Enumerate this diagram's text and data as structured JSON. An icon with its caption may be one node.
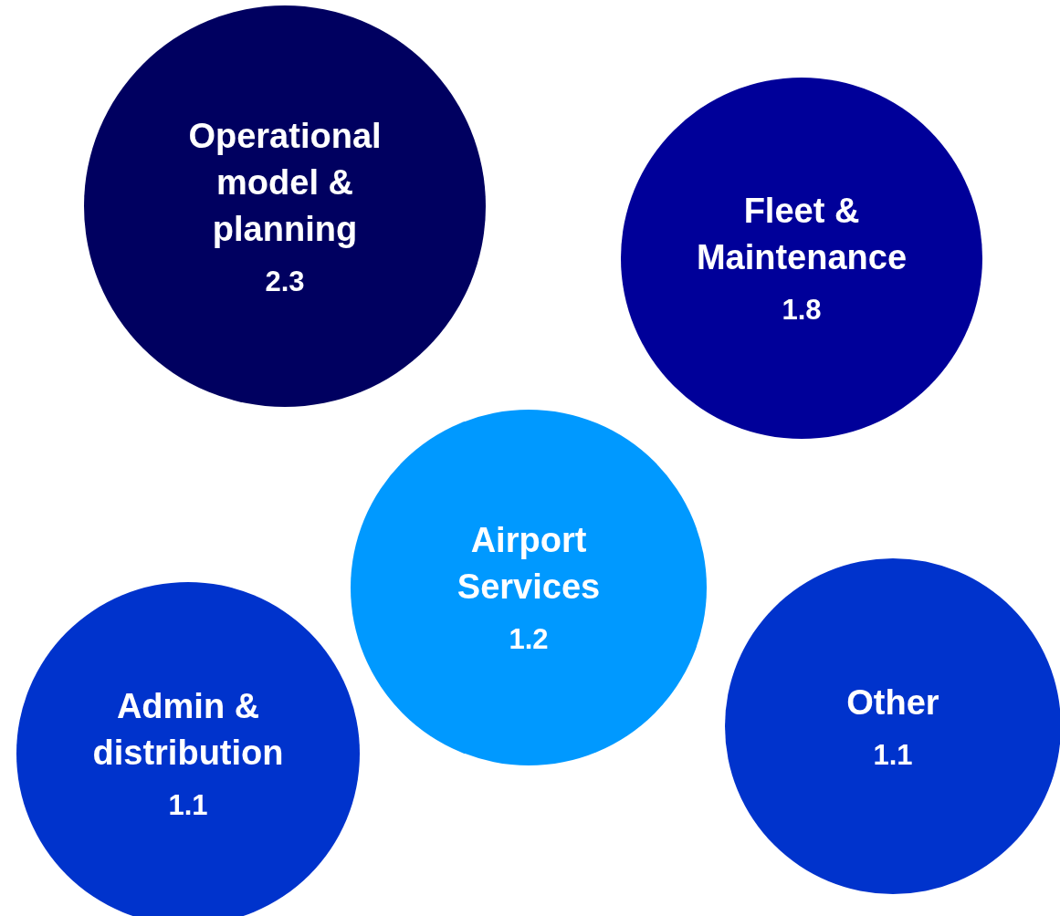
{
  "diagram": {
    "nodes": [
      {
        "text": [
          "Operational model & planning",
          "2.3"
        ]
      },
      {
        "text": [
          "Fleet & Maintenance",
          "1.8"
        ]
      },
      {
        "text": [
          "Airport Services",
          "1.2"
        ]
      },
      {
        "text": [
          "Admin & distribution",
          "1.1"
        ]
      },
      {
        "text": [
          "Other",
          "1.1"
        ]
      }
    ]
  }
}
